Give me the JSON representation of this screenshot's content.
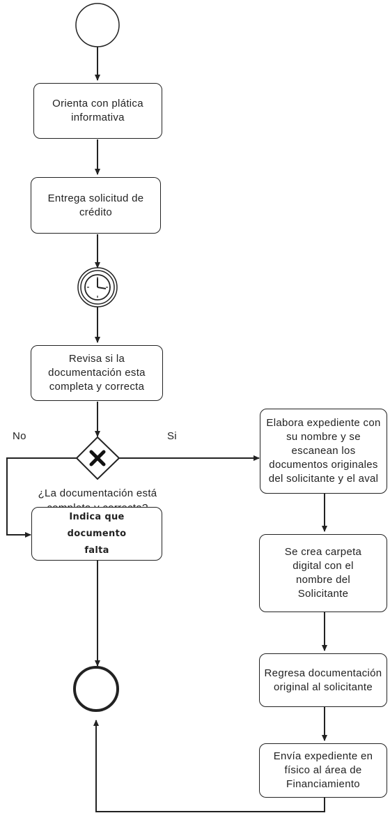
{
  "nodes": {
    "orienta": "Orienta con plática informativa",
    "entrega": "Entrega solicitud de crédito",
    "revisa": "Revisa si la documentación esta completa y correcta",
    "indica": "Indica que documento falta",
    "elabora": "Elabora expediente con su nombre y se escanean los documentos originales del solicitante y el aval",
    "carpeta": "Se crea carpeta digital con el nombre del Solicitante",
    "regresa": "Regresa documentación original al solicitante",
    "envia": "Envía expediente en físico al área de Financiamiento"
  },
  "gateway": {
    "question_line1": "¿La documentación está",
    "question_line2": "completa y correcta?",
    "no_label": "No",
    "si_label": "Si"
  },
  "icons": {
    "start": "start-event-circle",
    "timer": "timer-clock-icon",
    "gateway": "exclusive-gateway-x-icon",
    "end": "end-event-circle"
  }
}
